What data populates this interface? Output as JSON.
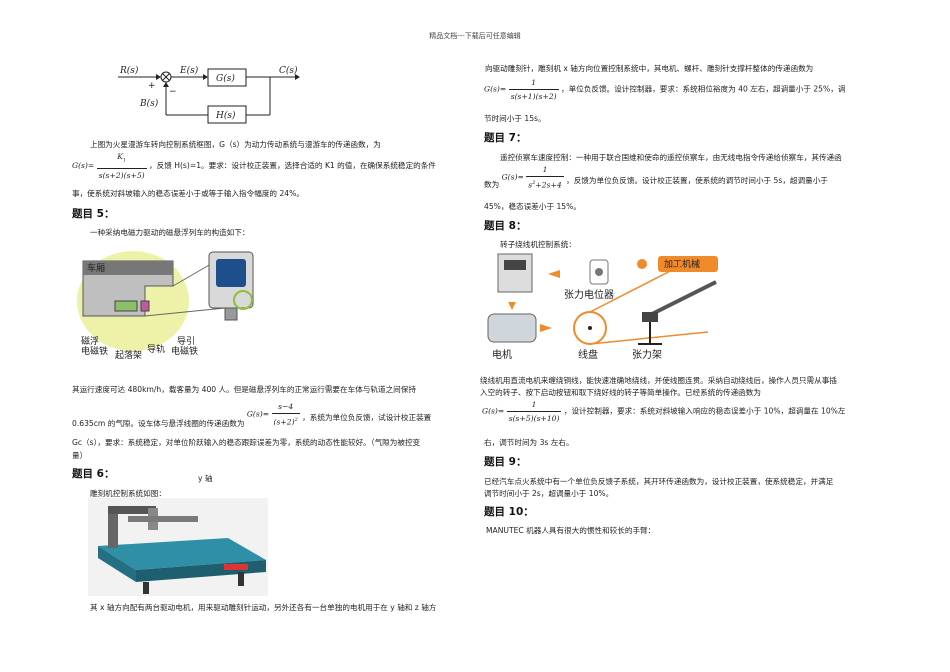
{
  "header": {
    "text": "精品文档---下载后可任意编辑"
  },
  "block_diagram": {
    "r": "R(s)",
    "e": "E(s)",
    "c": "C(s)",
    "b": "B(s)",
    "g": "G(s)",
    "h": "H(s)",
    "plus": "+",
    "minus": "−"
  },
  "left": {
    "p1_line1": "上图为火星漫游车转向控制系统框图，G（s）为动力传动系统与漫游车的传递函数，为",
    "p1_gs": "G(s)=",
    "p1_num": "K",
    "p1_num_sub": "1",
    "p1_den": "s(s+2)(s+5)",
    "p1_tail": "，反馈 H(s)=1。要求：设计校正装置，选择合适的 K1 的值，在确保系统稳定的条件",
    "p1_line3": "事，使系统对斜坡输入的稳态误差小于或等于输入指令幅度的 24%。",
    "h5": "题目 5：",
    "p5_intro": "一种采纳电磁力驱动的磁悬浮列车的构造如下：",
    "fig5_labels": {
      "chexiang": "车厢",
      "cifu": "磁浮",
      "cifu2": "电磁铁",
      "qiluo": "起落架",
      "daogui": "导轨",
      "daoyin": "导引",
      "daoyin2": "电磁铁"
    },
    "p5_line1": "其运行速度可达 480km/h，载客量为 400 人。但是磁悬浮列车的正常运行需要在车体与轨道之间保持",
    "p5_gs": "G(s)=",
    "p5_num": "s−4",
    "p5_den": "(s+2)",
    "p5_den_sup": "2",
    "p5_line2_head": "0.635cm 的气隙。设车体与悬浮线圈的传递函数为",
    "p5_line2_tail": "，系统为单位负反馈，试设计校正装置",
    "p5_line3": "Gc（s），要求：系统稳定，对单位阶跃输入的稳态跟踪误差为零，系统的动态性能较好。（气隙为被控变",
    "p5_line4": "量）",
    "h6": "题目 6：",
    "y_axis": "y 轴",
    "p6_intro": "雕刻机控制系统如图：",
    "axis": "轴",
    "p6_bottom": "其 x 轴方向配有两台驱动电机，用来驱动雕刻针运动，另外还各有一台单独的电机用于在 y 轴和 z 轴方"
  },
  "right": {
    "p6_cont": "向驱动雕刻针，雕刻机 x 轴方向位置控制系统中，其电机、螺杆、雕刻针支撑杆整体的传递函数为",
    "p6_gs": "G(s)=",
    "p6_num": "1",
    "p6_den": "s(s+1)(s+2)",
    "p6_tail": "，单位负反馈。设计控制器，要求：系统相位裕度为 40 左右，超调量小于 25%，调",
    "p6_tail2": "节时间小于 15s。",
    "h7": "题目 7：",
    "p7_line1": "遥控侦察车速度控制：一种用于联合国维和使命的遥控侦察车，由无线电指令传递给侦察车，其传递函",
    "p7_head": "数为",
    "p7_gs": "G(s)=",
    "p7_num": "1",
    "p7_den_a": "s",
    "p7_den_sup": "2",
    "p7_den_b": "+2s+4",
    "p7_tail": "，反馈为单位负反馈。设计校正装置，使系统的调节时间小于 5s，超调量小于",
    "p7_line3": "45%，稳态误差小于 15%。",
    "h8": "题目 8：",
    "p8_intro": "转子绕线机控制系统：",
    "fig8_labels": {
      "jiagong": "加工机械",
      "zhangli_dw": "张力电位器",
      "dianji": "电机",
      "xianpan": "线盘",
      "zhanglijia": "张力架"
    },
    "p8_line1": "绕线机用直流电机来缠绕铜线，能快速准确地绕线，并使线圈连贯。采纳自动绕线后，操作人员只需从事插",
    "p8_line2": "入空的转子、按下启动按钮和取下绕好线的转子等简单操作。已经系统的传递函数为",
    "p8_gs": "G(s)=",
    "p8_num": "1",
    "p8_den": "s(s+5)(s+10)",
    "p8_tail": "，设计控制器，要求：系统对斜坡输入响应的稳态误差小于 10%，超调量在 10%左",
    "p8_line4": "右，调节时间为 3s 左右。",
    "h9": "题目 9：",
    "p9_line1": "已经汽车点火系统中有一个单位负反馈子系统，其开环传递函数为，设计校正装置，使系统稳定，并满足",
    "p9_line2": "调节时间小于 2s，超调量小于 10%。",
    "h10": "题目 10：",
    "p10_line1": "MANUTEC 机器人具有很大的惯性和较长的手臂："
  }
}
